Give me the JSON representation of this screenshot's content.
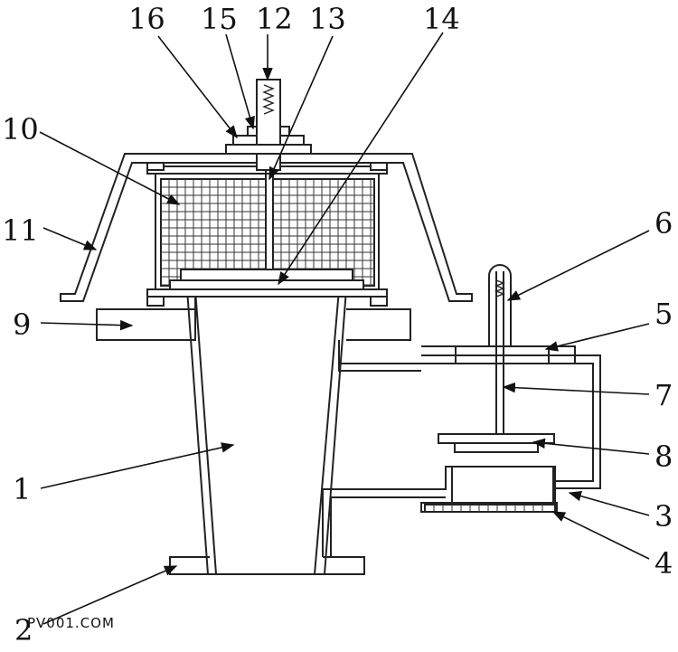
{
  "labels": {
    "l1": "1",
    "l2": "2",
    "l3": "3",
    "l4": "4",
    "l5": "5",
    "l6": "6",
    "l7": "7",
    "l8": "8",
    "l9": "9",
    "l10": "10",
    "l11": "11",
    "l12": "12",
    "l13": "13",
    "l14": "14",
    "l15": "15",
    "l16": "16"
  },
  "watermark": "PV001.COM",
  "colors": {
    "line": "#222222",
    "watermark": "#e8a24a",
    "background": "#ffffff"
  }
}
